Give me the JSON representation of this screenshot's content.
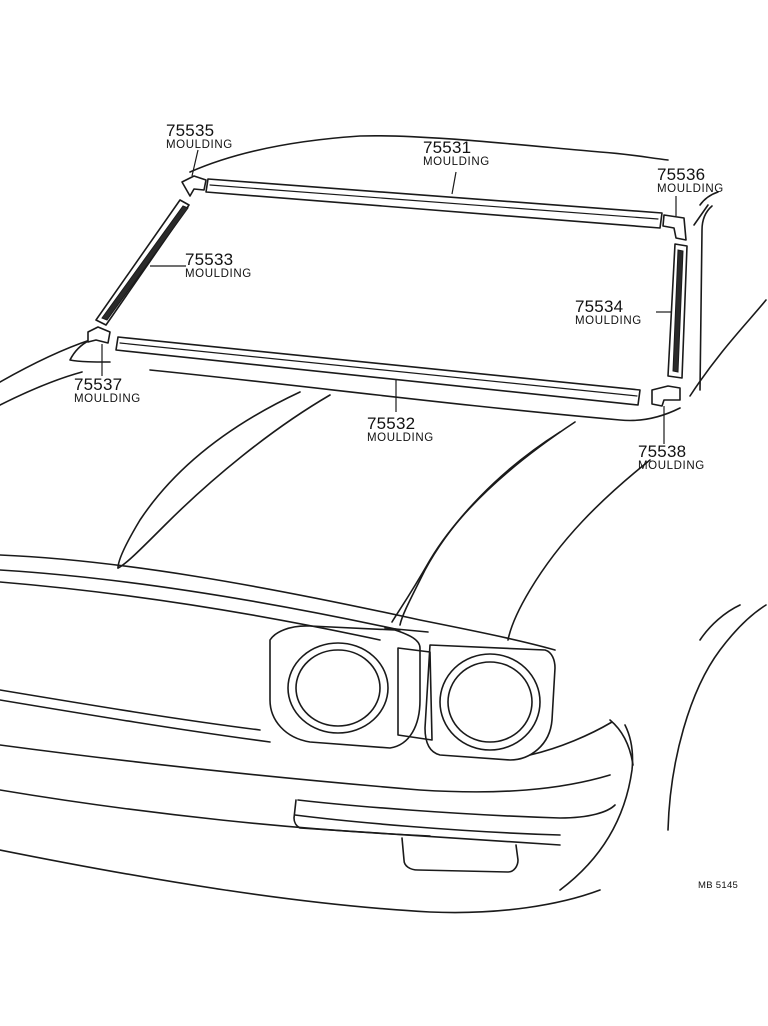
{
  "callouts": [
    {
      "id": "p75535",
      "number": "75535",
      "name": "MOULDING"
    },
    {
      "id": "p75531",
      "number": "75531",
      "name": "MOULDING"
    },
    {
      "id": "p75536",
      "number": "75536",
      "name": "MOULDING"
    },
    {
      "id": "p75533",
      "number": "75533",
      "name": "MOULDING"
    },
    {
      "id": "p75534",
      "number": "75534",
      "name": "MOULDING"
    },
    {
      "id": "p75537",
      "number": "75537",
      "name": "MOULDING"
    },
    {
      "id": "p75532",
      "number": "75532",
      "name": "MOULDING"
    },
    {
      "id": "p75538",
      "number": "75538",
      "name": "MOULDING"
    }
  ],
  "drawing_code": "MB 5145"
}
